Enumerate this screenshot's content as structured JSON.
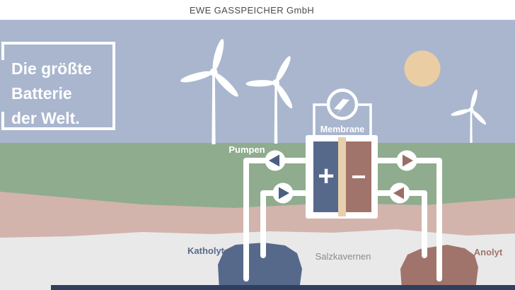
{
  "header": {
    "title": "EWE GASSPEICHER GmbH"
  },
  "hero": {
    "title_line1": "Die größte",
    "title_line2": "Batterie",
    "title_line3": "der Welt."
  },
  "diagram": {
    "labels": {
      "pumps": "Pumpen",
      "membrane": "Membrane",
      "catholyte": "Katholyt",
      "salt_caverns": "Salzkavernen",
      "anolyte": "Anolyt",
      "plus": "+",
      "minus": "−"
    },
    "icons": {
      "energy": "lightning-icon",
      "pump_left": "◀",
      "pump_right": "▶"
    }
  },
  "colors": {
    "sky": "#a9b6ce",
    "grass": "#8fac8e",
    "soil": "#d2b4ac",
    "underground": "#e9e9e9",
    "catholyte_blue": "#57698b",
    "anolyte_red": "#a1746b",
    "membrane_tan": "#e7d0ab",
    "sun": "#ebcda4",
    "white": "#ffffff",
    "footer_navy": "#2f3f5d",
    "pump_blue": "#4b5f82",
    "pump_red": "#9b6e65"
  }
}
